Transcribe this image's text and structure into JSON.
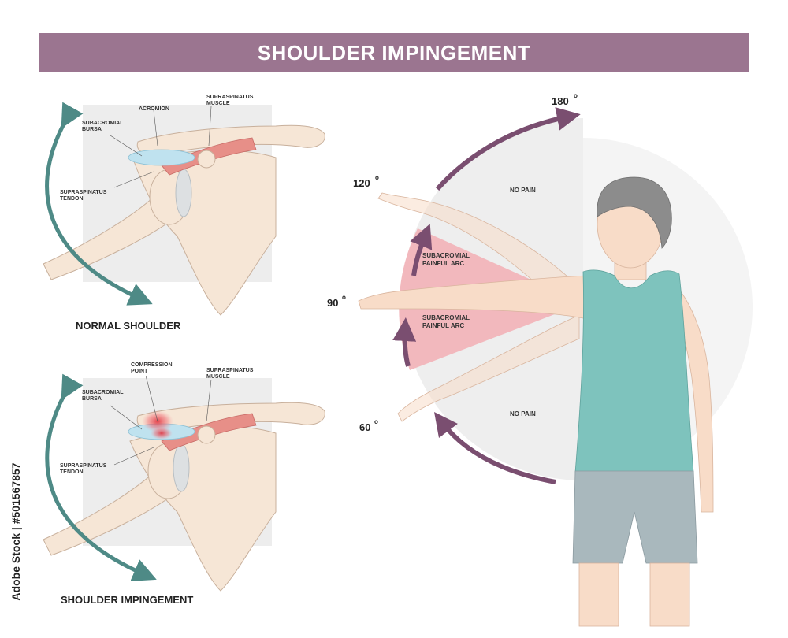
{
  "title": "SHOULDER IMPINGEMENT",
  "normal_panel": {
    "caption": "NORMAL SHOULDER",
    "labels": {
      "acromion": "ACROMION",
      "supraspinatus_muscle_1": "SUPRASPINATUS",
      "supraspinatus_muscle_2": "MUSCLE",
      "bursa_1": "SUBACROMIAL",
      "bursa_2": "BURSA",
      "tendon_1": "SUPRASPINATUS",
      "tendon_2": "TENDON"
    }
  },
  "impingement_panel": {
    "caption": "SHOULDER IMPINGEMENT",
    "labels": {
      "compression_1": "COMPRESSION",
      "compression_2": "POINT",
      "supraspinatus_muscle_1": "SUPRASPINATUS",
      "supraspinatus_muscle_2": "MUSCLE",
      "bursa_1": "SUBACROMIAL",
      "bursa_2": "BURSA",
      "tendon_1": "SUPRASPINATUS",
      "tendon_2": "TENDON"
    }
  },
  "range_of_motion": {
    "angles": {
      "a180": "180",
      "a120": "120",
      "a90": "90",
      "a60": "60",
      "degree_symbol": "o"
    },
    "zones": {
      "no_pain_top": "NO PAIN",
      "arc_upper_1": "SUBACROMIAL",
      "arc_upper_2": "PAINFUL ARC",
      "arc_lower_1": "SUBACROMIAL",
      "arc_lower_2": "PAINFUL ARC",
      "no_pain_bottom": "NO PAIN"
    }
  },
  "colors": {
    "banner": "#9b7590",
    "teal_arrow": "#4e8a86",
    "purple_arrow": "#7a4e70",
    "painful_arc": "#f2b8bd",
    "bone": "#f6e6d6",
    "muscle": "#e78f88",
    "bursa": "#bfe2ef",
    "tank_top": "#7ec3bd",
    "shorts": "#a9b8bd",
    "skin": "#f8dcc8"
  },
  "credit": "Adobe Stock | #501567857"
}
